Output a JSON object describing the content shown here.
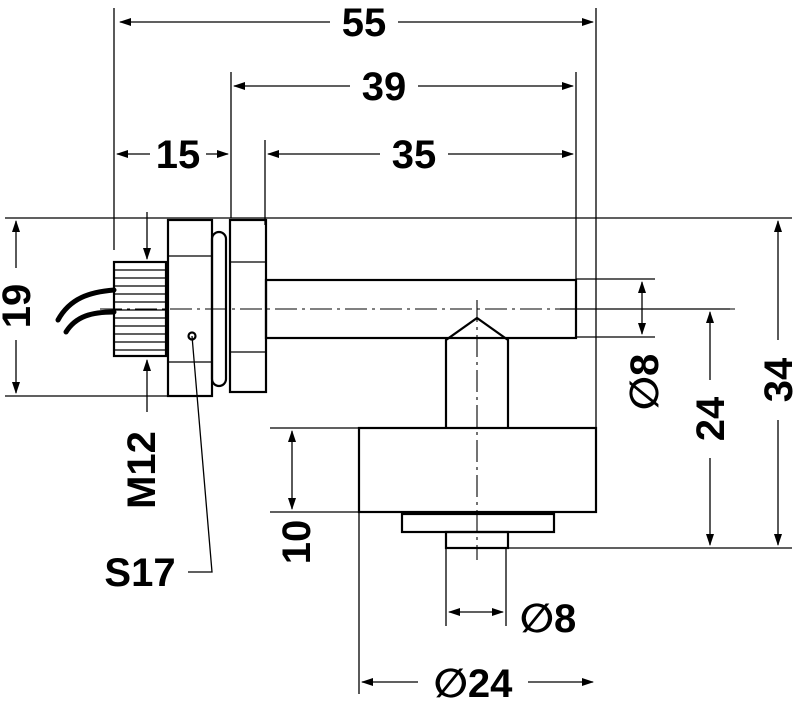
{
  "dimensions": {
    "overall_length": "55",
    "stem_length_total": "39",
    "stem_length": "35",
    "thread_section": "15",
    "body_height": "19",
    "stem_diameter": "∅8",
    "float_axis_height": "24",
    "total_height": "34",
    "float_height": "10",
    "shaft_diameter": "∅8",
    "float_diameter": "∅24"
  },
  "callouts": {
    "thread": "M12",
    "wrench_size": "S17"
  }
}
